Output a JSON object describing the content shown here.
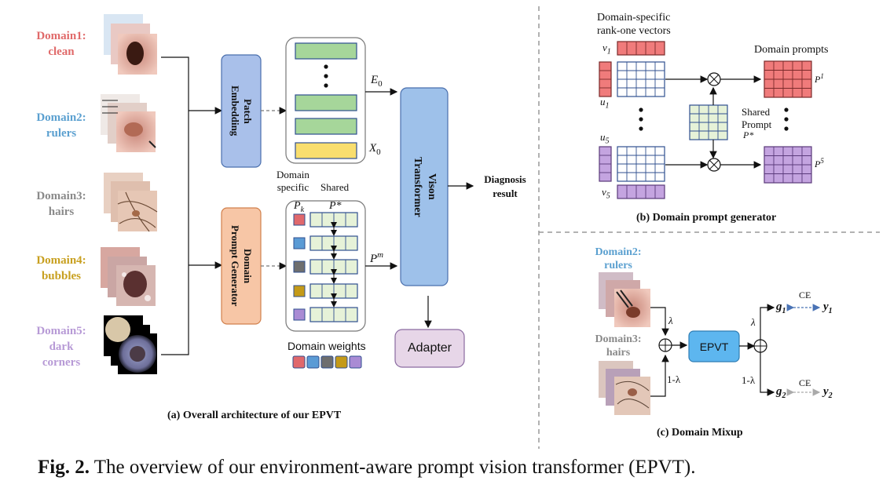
{
  "domains": [
    {
      "label": "Domain1:\nclean",
      "color": "#e06a6a"
    },
    {
      "label": "Domain2:\nrulers",
      "color": "#5ba0d0"
    },
    {
      "label": "Domain3:\nhairs",
      "color": "#8a8a8a"
    },
    {
      "label": "Domain4:\nbubbles",
      "color": "#c8a020"
    },
    {
      "label": "Domain5:\ndark\ncorners",
      "color": "#b79ad6"
    }
  ],
  "panel_a": {
    "patch_embedding": "Patch\nEmbedding",
    "prompt_generator": "Domain\nPrompt Generator",
    "vit": "Vison\nTransformer",
    "adapter": "Adapter",
    "diagnosis": "Diagnosis\nresult",
    "e0": "E",
    "e0_sub": "0",
    "x0": "X",
    "x0_sub": "0",
    "domain_specific": "Domain\nspecific",
    "shared": "Shared",
    "pk": "P",
    "pk_sub": "k",
    "pstar": "P*",
    "pm": "P",
    "pm_sup": "m",
    "domain_weights": "Domain weights",
    "title": "(a) Overall architecture of our EPVT"
  },
  "panel_b": {
    "rank_one_title": "Domain-specific\nrank-one vectors",
    "v1": "v",
    "v1_sub": "1",
    "u1": "u",
    "u1_sub": "1",
    "u5": "u",
    "u5_sub": "5",
    "v5": "v",
    "v5_sub": "5",
    "domain_prompts": "Domain prompts",
    "p1": "P",
    "p1_sup": "1",
    "p5": "P",
    "p5_sup": "5",
    "shared_prompt": "Shared\nPrompt",
    "pstar": "P*",
    "title": "(b) Domain prompt generator"
  },
  "panel_c": {
    "domain2": "Domain2:\nrulers",
    "domain3": "Domain3:\nhairs",
    "lambda": "λ",
    "one_minus_lambda": "1-λ",
    "epvt": "EPVT",
    "g1": "g",
    "g1_sub": "1",
    "y1": "y",
    "y1_sub": "1",
    "g2": "g",
    "g2_sub": "2",
    "y2": "y",
    "y2_sub": "2",
    "ce": "CE",
    "title": "(c) Domain Mixup"
  },
  "caption": {
    "prefix": "Fig. 2.",
    "text": " The overview of our environment-aware prompt vision transformer (EPVT)."
  },
  "colors": {
    "patch_embedding": "#a9c0ea",
    "prompt_generator": "#f7c6a6",
    "vit": "#9ec1ea",
    "adapter": "#e7d6e8",
    "green_token": "#a6d69a",
    "yellow_token": "#f9de6e",
    "shared_cell": "#e6f2d8",
    "p1_grid": "#f07b7b",
    "p5_grid": "#c4a4e0",
    "epvt": "#5db6ef",
    "domain_weights": [
      "#e0686c",
      "#5b9bd5",
      "#6e6e6e",
      "#c49a18",
      "#a98bd4"
    ]
  }
}
